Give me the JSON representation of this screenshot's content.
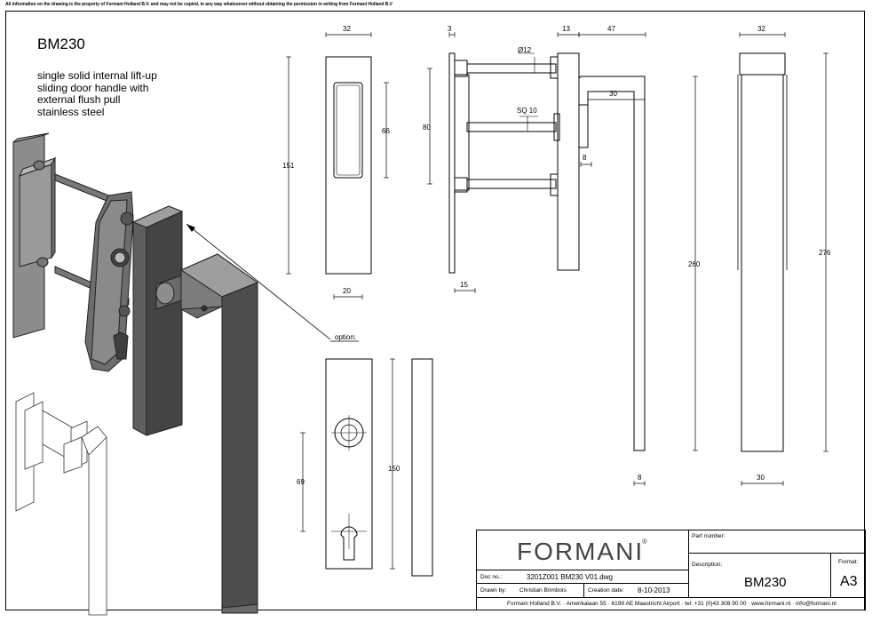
{
  "notice": "All information on the drawing is the property of Formani Holland B.V. and may not be copied, in any way whatsoever without obtaining the permission in writing from Formani Holland B.V",
  "model": "BM230",
  "description_lines": [
    "single solid internal lift-up",
    "sliding door handle with",
    "external flush pull",
    "stainless steel"
  ],
  "option_label": "option:",
  "dimensions": {
    "flush_width_top": "32",
    "flush_recess_height": "66",
    "flush_height": "151",
    "flush_depth": "20",
    "side_plate_thickness": "3",
    "rod_spacing": "80",
    "rod_diameter": "Ø12",
    "spindle": "SQ 10",
    "side_plate_offset": "15",
    "rose_thickness": "13",
    "lever_projection": "47",
    "lever_width": "30",
    "lever_bar": "8",
    "lever_height": "260",
    "lever_bottom_bar": "8",
    "front_width_top": "32",
    "front_height": "276",
    "front_width_bottom": "30",
    "option_hole_spacing": "69",
    "option_plate_height": "150"
  },
  "title_block": {
    "brand": "FORMANI",
    "registered": "®",
    "part_number_label": "Part number:",
    "description_label": "Description:",
    "description_value": "BM230",
    "format_label": "Format:",
    "format_value": "A3",
    "doc_no_label": "Doc no.:",
    "doc_no_value": "3201Z001 BM230 V01.dwg",
    "drawn_by_label": "Drawn by:",
    "drawn_by_value": "Christian Brimbois",
    "creation_date_label": "Creation date:",
    "creation_date_value": "8-10-2013",
    "footer": "Formani Holland B.V. · Amerikalaan 55 · 6199 AE Maastricht Airport · tel: +31 (0)43 308 90 00 · www.formani.nl · info@formani.nl"
  }
}
